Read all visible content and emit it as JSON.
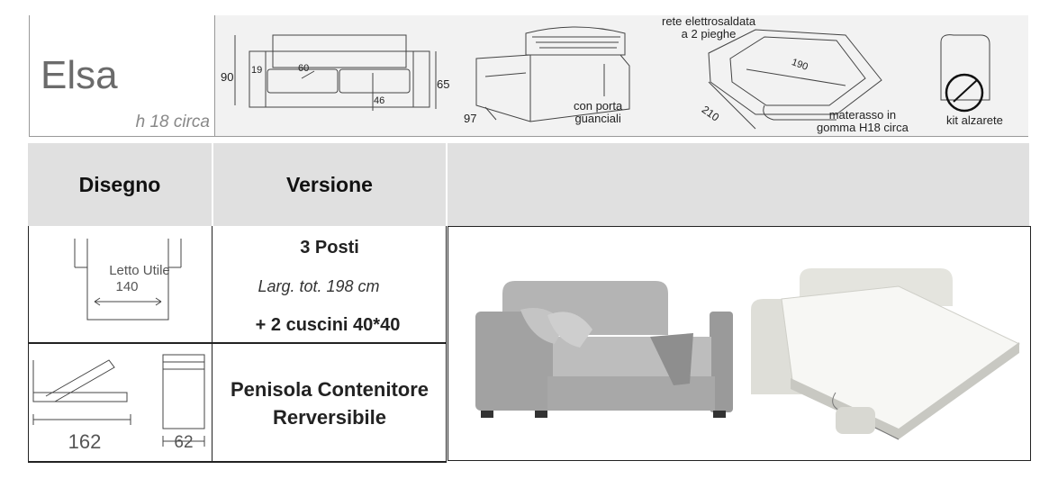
{
  "product": {
    "name": "Elsa",
    "subtitle": "h 18 circa"
  },
  "top_diagram": {
    "dims": {
      "height": "90",
      "arm": "19",
      "seat_depth": "60",
      "seat_height": "46",
      "back_height": "65",
      "depth": "97"
    },
    "open_dims": {
      "bed_length": "190",
      "open_length": "210"
    },
    "labels": {
      "pillows": "con porta\nguanciali",
      "net": "rete elettrosaldata\na 2 pieghe",
      "mattress": "materasso in\ngomma H18 circa",
      "kit": "kit alzarete"
    }
  },
  "table": {
    "headers": {
      "drawing": "Disegno",
      "version": "Versione"
    },
    "row1": {
      "bed_label": "Letto Utile",
      "bed_width": "140",
      "title": "3 Posti",
      "width_text": "Larg. tot. 198 cm",
      "extras": "+ 2 cuscini 40*40"
    },
    "row2": {
      "length": "162",
      "depth": "62",
      "title_line1": "Penisola Contenitore",
      "title_line2": "Rerversibile"
    }
  },
  "colors": {
    "header_bg": "#e0e0e0",
    "band_bg": "#f2f2f2",
    "sofa_fabric": "#a8a8a8",
    "sofa_open": "#e8e8e4"
  }
}
